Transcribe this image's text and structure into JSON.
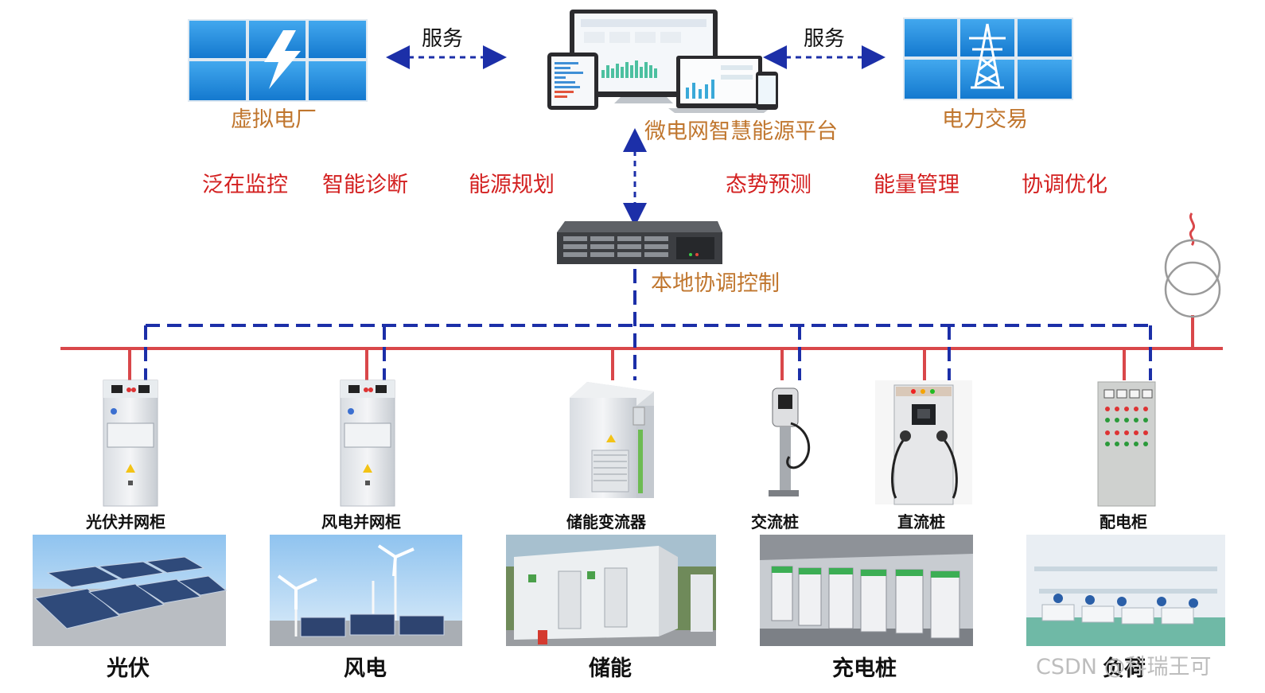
{
  "top": {
    "virtual_plant": "虚拟电厂",
    "platform": "微电网智慧能源平台",
    "power_trade": "电力交易",
    "service_left": "服务",
    "service_right": "服务"
  },
  "functions": [
    "泛在监控",
    "智能诊断",
    "能源规划",
    "态势预测",
    "能量管理",
    "协调优化"
  ],
  "controller": "本地协调控制",
  "equipment": [
    "光伏并网柜",
    "风电并网柜",
    "储能变流器",
    "交流桩",
    "直流桩",
    "配电柜"
  ],
  "bottom": [
    "光伏",
    "风电",
    "储能",
    "充电桩",
    "负荷"
  ],
  "watermark": "CSDN @科瑞王可",
  "colors": {
    "power_line": "#d9474a",
    "comm_line": "#1c2fa8",
    "screen_blue": "#1e8fe0",
    "brown": "#c0762e",
    "red": "#d32020"
  }
}
